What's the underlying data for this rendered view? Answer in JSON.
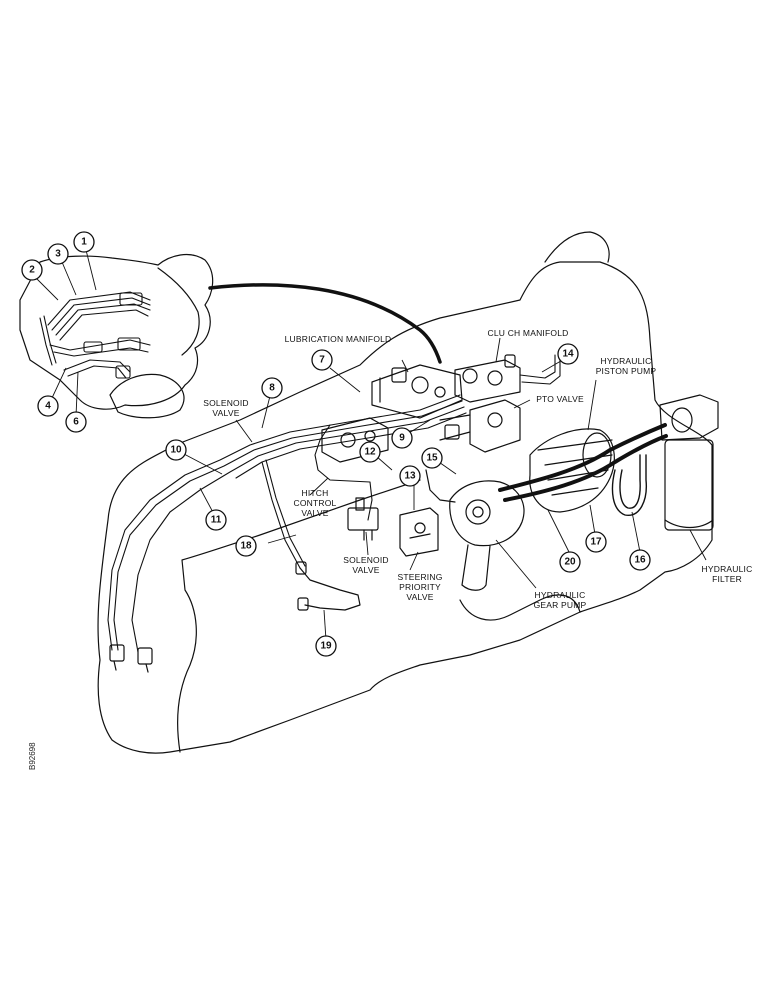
{
  "labels": {
    "lubrication_manifold": "LUBRICATION MANIFOLD",
    "clutch_manifold": "CLU CH MANIFOLD",
    "hydraulic_piston_pump": "HYDRAULIC\nPISTON PUMP",
    "pto_valve": "PTO VALVE",
    "solenoid_valve_left": "SOLENOID\nVALVE",
    "hitch_control_valve": "HITCH\nCONTROL\nVALVE",
    "solenoid_valve_center": "SOLENOID\nVALVE",
    "steering_priority_valve": "STEERING\nPRIORITY\nVALVE",
    "hydraulic_gear_pump": "HYDRAULIC\nGEAR PUMP",
    "hydraulic_filter": "HYDRAULIC\nFILTER"
  },
  "callouts": [
    "1",
    "2",
    "3",
    "4",
    "6",
    "7",
    "8",
    "9",
    "10",
    "11",
    "12",
    "13",
    "14",
    "15",
    "16",
    "17",
    "18",
    "19",
    "20"
  ],
  "figure_id": "B92698"
}
